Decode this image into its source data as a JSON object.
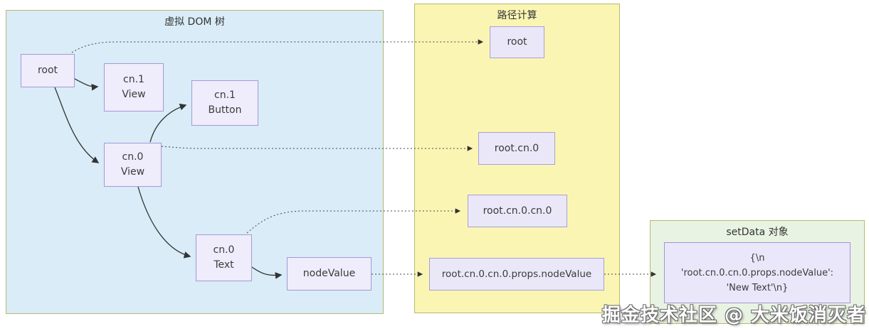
{
  "panels": {
    "vdom": {
      "title": "虚拟 DOM 树"
    },
    "path": {
      "title": "路径计算"
    },
    "setdata": {
      "title": "setData 对象"
    }
  },
  "vdom_nodes": {
    "root": {
      "line1": "root"
    },
    "cn1_view": {
      "line1": "cn.1",
      "line2": "View"
    },
    "cn1_button": {
      "line1": "cn.1",
      "line2": "Button"
    },
    "cn0_view": {
      "line1": "cn.0",
      "line2": "View"
    },
    "cn0_text": {
      "line1": "cn.0",
      "line2": "Text"
    },
    "node_value": {
      "line1": "nodeValue"
    }
  },
  "path_nodes": {
    "root": {
      "label": "root"
    },
    "cn0": {
      "label": "root.cn.0"
    },
    "cn0_cn0": {
      "label": "root.cn.0.cn.0"
    },
    "props_nodevalue": {
      "label": "root.cn.0.cn.0.props.nodeValue"
    }
  },
  "setdata_box": {
    "line1": "{\\n",
    "line2": "'root.cn.0.cn.0.props.nodeValue':",
    "line3": "'New Text'\\n}"
  },
  "watermark": "掘金技术社区 @ 大米饭消灭者",
  "colors": {
    "vdom_panel_bg": "#d9ecf7",
    "path_panel_bg": "#fbf5b4",
    "setdata_panel_bg": "#e9f3e3",
    "panel_border": "#b6b96f",
    "node_bg": "#efecfb",
    "node_border": "#a49ad8",
    "arrow": "#333333"
  }
}
